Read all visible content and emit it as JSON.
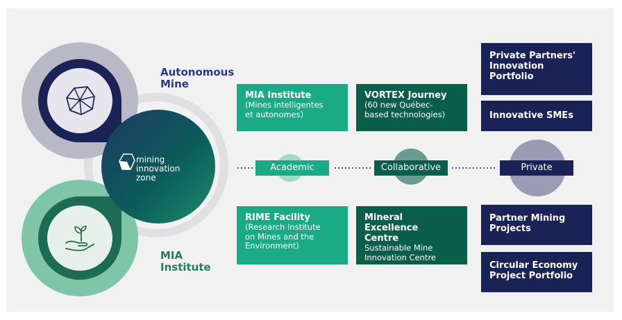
{
  "hub": {
    "label_lines": [
      "mining",
      "innovation",
      "zone"
    ]
  },
  "left": {
    "top_title_lines": [
      "Autonomous",
      "Mine"
    ],
    "bottom_title_lines": [
      "MIA",
      "Institute"
    ]
  },
  "spectrum": {
    "academic": "Academic",
    "collaborative": "Collaborative",
    "private": "Private"
  },
  "boxes": {
    "mia_institute": {
      "title": "MIA Institute",
      "subtitle_lines": [
        "(Mines intelligentes",
        "et autonomes)"
      ]
    },
    "vortex": {
      "title": "VORTEX Journey",
      "subtitle_lines": [
        "(60 new Québec-",
        "based technologies)"
      ]
    },
    "private_partners": {
      "title_lines": [
        "Private Partners'",
        "Innovation",
        "Portfolio"
      ]
    },
    "smes": {
      "title": "Innovative SMEs"
    },
    "rime": {
      "title": "RIME Facility",
      "subtitle_lines": [
        "(Research Institute",
        "on Mines and the",
        "Environment)"
      ]
    },
    "mineral": {
      "title_lines": [
        "Mineral Excellence",
        "Centre"
      ],
      "subtitle_lines": [
        "Sustainable Mine",
        "Innovation Centre"
      ]
    },
    "partner_mining": {
      "title_lines": [
        "Partner Mining",
        "Projects"
      ]
    },
    "circular": {
      "title_lines": [
        "Circular Economy",
        "Project Portfolio"
      ]
    }
  },
  "colors": {
    "navy": "#1b2255",
    "green": "#1aab86",
    "dark_green": "#0a5e4a",
    "background": "#f1f1f2"
  }
}
